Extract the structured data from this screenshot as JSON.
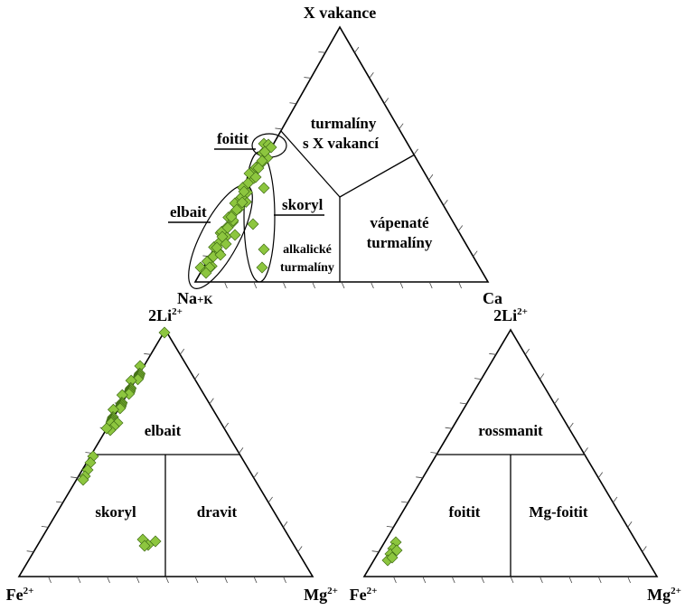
{
  "diagram_top": {
    "apex_label": "X vakance",
    "left_label_main": "Na",
    "left_label_small": "+K",
    "right_label": "Ca",
    "fields": {
      "x_vacant_line1": "turmalíny",
      "x_vacant_line2": "s X vakancí",
      "calcic_line1": "vápenaté",
      "calcic_line2": "turmalíny",
      "alkali_line1": "alkalické",
      "alkali_line2": "turmalíny"
    },
    "callouts": {
      "foitit": "foitit",
      "elbait": "elbait",
      "skoryl": "skoryl"
    }
  },
  "diagram_left": {
    "apex_label_main": "2Li",
    "apex_label_sup": "2+",
    "left_label_main": "Fe",
    "left_label_sup": "2+",
    "right_label_main": "Mg",
    "right_label_sup": "2+",
    "fields": {
      "top": "elbait",
      "left": "skoryl",
      "right": "dravit"
    }
  },
  "diagram_right": {
    "apex_label_main": "2Li",
    "apex_label_sup": "2+",
    "left_label_main": "Fe",
    "left_label_sup": "2+",
    "right_label_main": "Mg",
    "right_label_sup": "2+",
    "fields": {
      "top": "rossmanit",
      "left": "foitit",
      "right": "Mg-foitit"
    }
  },
  "colors": {
    "point_fill": "#8dc63f",
    "point_stroke": "#3f6b14",
    "line": "#000000"
  },
  "point_marker": "diamond"
}
